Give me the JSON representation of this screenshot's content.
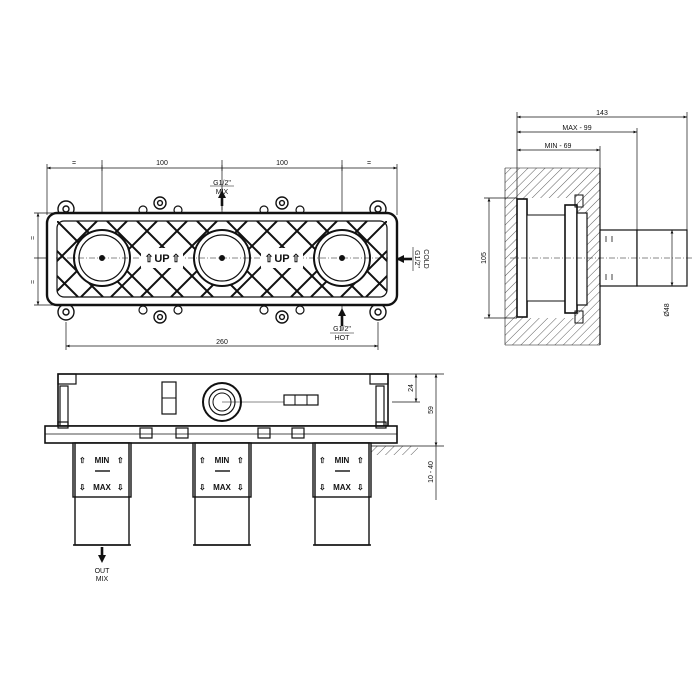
{
  "front_view": {
    "dim_equal_left": "=",
    "dim_equal_right": "=",
    "dim_spacing_1": "100",
    "dim_spacing_2": "100",
    "dim_equal_side_top": "=",
    "dim_equal_side_bottom": "=",
    "dim_total_width": "260",
    "up_label": "UP",
    "up_arrow_glyph": "⇧",
    "mix_thread": "G1/2\"",
    "mix_label": "MIX",
    "cold_thread": "G1/2\"",
    "cold_label": "COLD",
    "hot_thread": "G1/2\"",
    "hot_label": "HOT"
  },
  "side_view": {
    "dim_total_depth": "143",
    "dim_max": "MAX - 99",
    "dim_min": "MIN - 69",
    "dim_height": "105",
    "dim_diameter": "Ø48"
  },
  "bottom_view": {
    "dim_24": "24",
    "dim_59": "59",
    "dim_10_40": "10 - 40",
    "min_label": "MIN",
    "max_label": "MAX",
    "arrow_up_glyph": "⇧",
    "arrow_down_glyph": "⇩",
    "out_label": "OUT",
    "out_mix_label": "MIX"
  }
}
